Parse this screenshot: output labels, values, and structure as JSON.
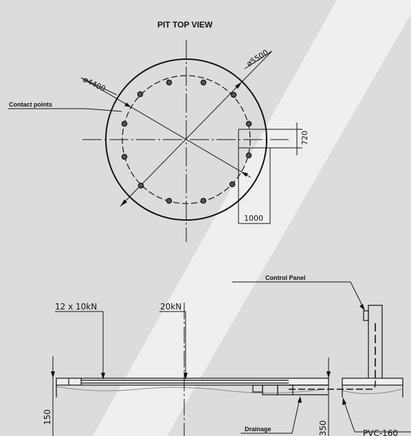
{
  "colors": {
    "background": "#dcdcdc",
    "band": "#efefef",
    "line": "#111111",
    "hatch": "#888888"
  },
  "top_view": {
    "title": "PIT TOP VIEW",
    "outer_diameter": "ø5500",
    "bolt_circle_diameter": "ø4400",
    "contact_points_label": "Contact points",
    "dim_vertical": "720",
    "dim_horizontal": "1000"
  },
  "section_view": {
    "control_panel_label": "Control Panel",
    "load_distributed": "12 x 10kN",
    "load_center": "20kN",
    "dim_left": "150",
    "drainage_label": "Drainage",
    "dim_right": "350",
    "pipe_label": "PVC-160"
  }
}
